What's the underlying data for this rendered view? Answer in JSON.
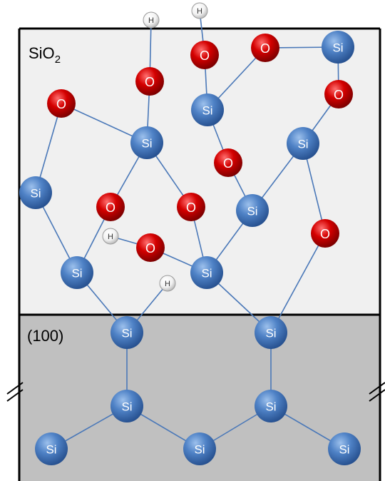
{
  "labels": {
    "oxide_region": "SiO",
    "oxide_subscript": "2",
    "substrate_region": "(100)"
  },
  "atoms": {
    "si_label": "Si",
    "o_label": "O",
    "h_label": "H"
  },
  "colors": {
    "oxide_background": "#f0f0f0",
    "substrate_background": "#c0c0c0",
    "bond_line": "#4a78b8",
    "silicon_atom": "#4f82c6",
    "oxygen_atom": "#cc0000",
    "hydrogen_atom": "#ffffff",
    "border": "#000000"
  }
}
